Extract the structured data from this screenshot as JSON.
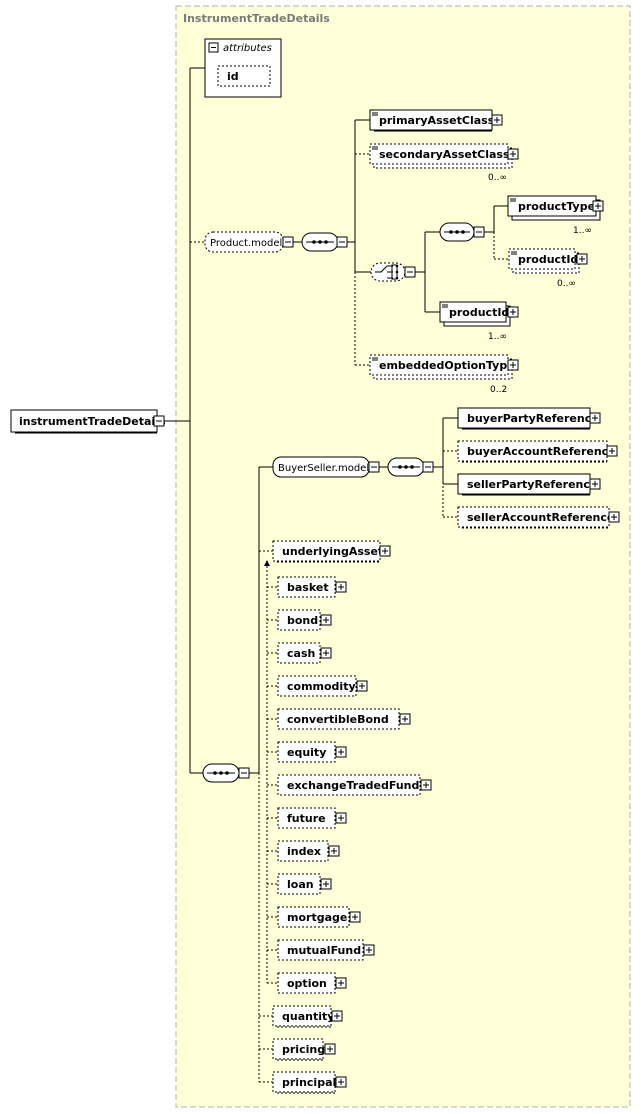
{
  "complex_type": "InstrumentTradeDetails",
  "root_element": "instrumentTradeDetails",
  "attributes": {
    "header": "attributes",
    "items": [
      "id"
    ]
  },
  "product_model": {
    "label": "Product.model",
    "primary_asset_class": "primaryAssetClass",
    "secondary_asset_class": "secondaryAssetClass",
    "secondary_asset_class_occurs": "0..∞",
    "product_type": "productType",
    "product_type_occurs": "1..∞",
    "product_id_inner": "productId",
    "product_id_inner_occurs": "0..∞",
    "product_id": "productId",
    "product_id_occurs": "1..∞",
    "embedded_option_type": "embeddedOptionType",
    "embedded_option_type_occurs": "0..2"
  },
  "buyer_seller_model": {
    "label": "BuyerSeller.model",
    "items": [
      "buyerPartyReference",
      "buyerAccountReference",
      "sellerPartyReference",
      "sellerAccountReference"
    ]
  },
  "underlying_asset": "underlyingAsset",
  "substitutes": [
    "basket",
    "bond",
    "cash",
    "commodity",
    "convertibleBond",
    "equity",
    "exchangeTradedFund",
    "future",
    "index",
    "loan",
    "mortgage",
    "mutualFund",
    "option"
  ],
  "trailing_elements": [
    "quantity",
    "pricing",
    "principal"
  ]
}
